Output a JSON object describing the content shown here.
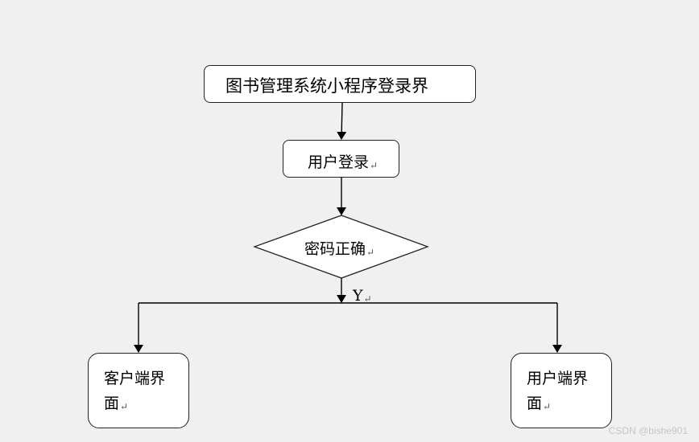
{
  "diagram": {
    "nodes": {
      "title": {
        "text": "图书管理系统小程序登录界"
      },
      "login": {
        "text": "用户登录"
      },
      "check": {
        "text": "密码正确"
      },
      "client": {
        "line1": "客户端界",
        "line2": "面"
      },
      "user": {
        "line1": "用户端界",
        "line2": "面"
      }
    },
    "edge_labels": {
      "yes": "Y"
    },
    "paragraph_mark": "↵"
  },
  "watermark": "CSDN @bishe901"
}
